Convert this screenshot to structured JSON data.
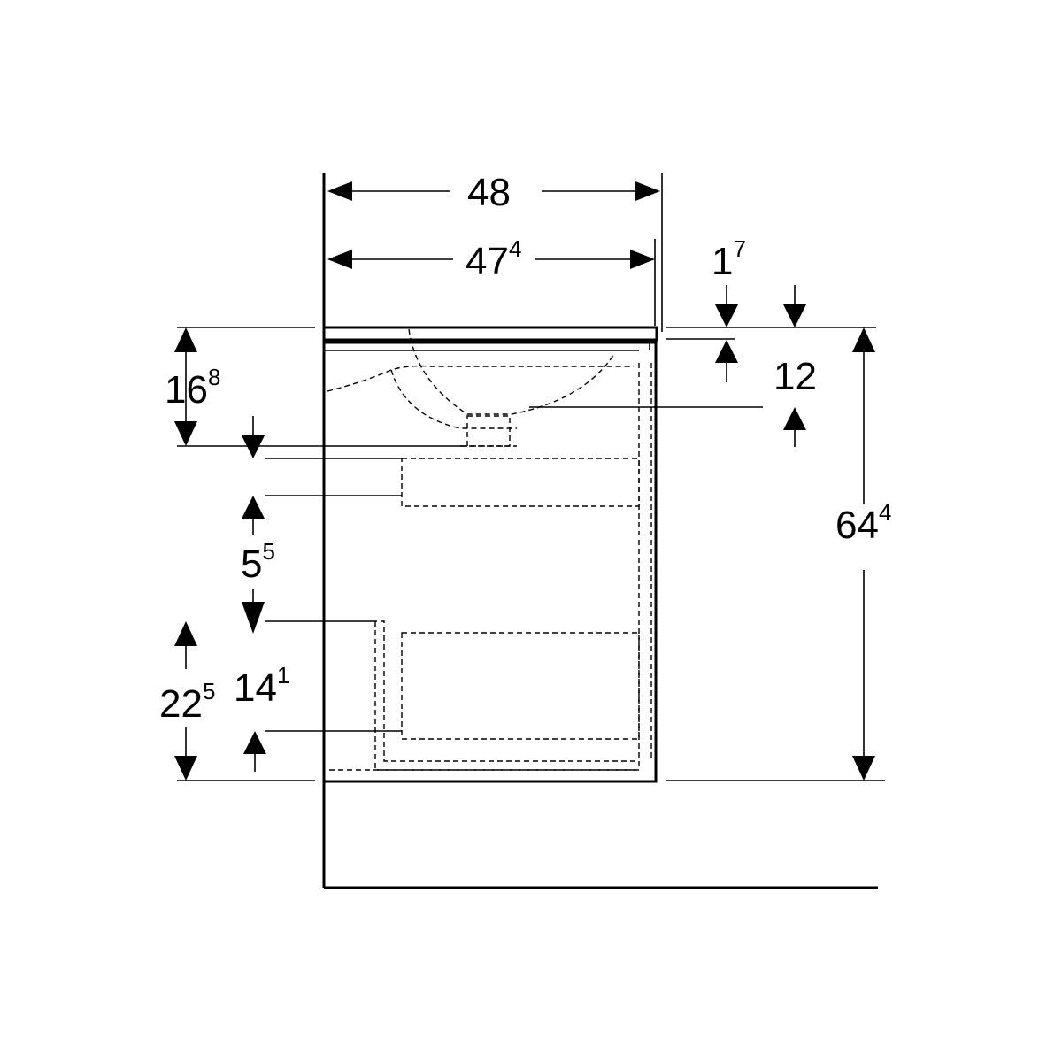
{
  "dimensions": {
    "overall_width": {
      "main": "48",
      "sup": ""
    },
    "inner_width": {
      "main": "47",
      "sup": "4"
    },
    "top_thickness": {
      "main": "1",
      "sup": "7"
    },
    "basin_depth": {
      "main": "12",
      "sup": ""
    },
    "upper_offset": {
      "main": "16",
      "sup": "8"
    },
    "drawer_gap": {
      "main": "5",
      "sup": "5"
    },
    "lower_height": {
      "main": "22",
      "sup": "5"
    },
    "lower_drawer_height": {
      "main": "14",
      "sup": "1"
    },
    "total_height": {
      "main": "64",
      "sup": "4"
    }
  }
}
